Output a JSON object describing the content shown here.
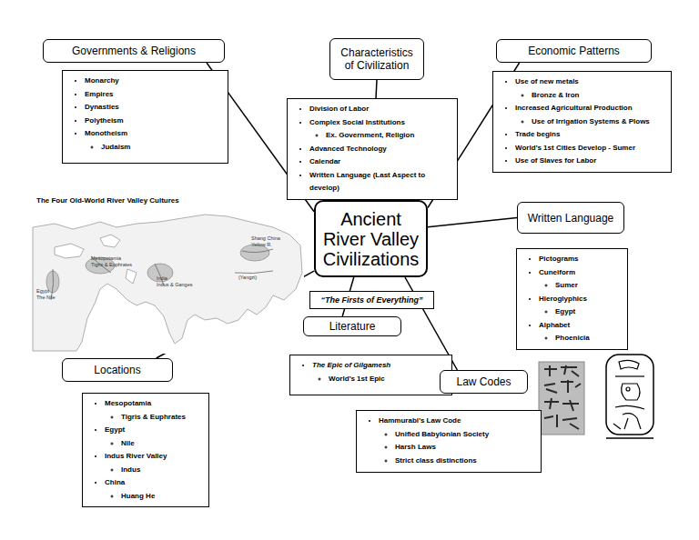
{
  "diagram": {
    "nodes": [
      {
        "text": [
          "Governments & Religions"
        ]
      },
      {
        "text": [
          "Monarchy",
          "Empires",
          "Dynasties",
          "Polytheism",
          "Monotheism",
          "Judaism"
        ]
      },
      {
        "text": [
          "Characteristics of Civilization"
        ]
      },
      {
        "text": [
          "Division of Labor",
          "Complex Social Institutions",
          "Ex. Government, Religion",
          "Advanced Technology",
          "Calendar",
          "Written Language (Last Aspect to develop)"
        ]
      },
      {
        "text": [
          "Economic Patterns"
        ]
      },
      {
        "text": [
          "Use of new metals",
          "Bronze & Iron",
          "Increased Agricultural Production",
          "Use of Irrigation Systems & Plows",
          "Trade begins",
          "World’s 1st Cities Develop - Sumer",
          "Use of Slaves for Labor"
        ]
      },
      {
        "text": [
          "Ancient River Valley Civilizations"
        ]
      },
      {
        "text": [
          "Written Language"
        ]
      },
      {
        "text": [
          "Pictograms",
          "Cuneiform",
          "Sumer",
          "Hieroglyphics",
          "Egypt",
          "Alphabet",
          "Phoenicia"
        ]
      },
      {
        "text": [
          "“The Firsts of Everything”"
        ]
      },
      {
        "text": [
          "Literature"
        ]
      },
      {
        "text": [
          "The Epic of Gilgamesh",
          "World’s 1st Epic"
        ]
      },
      {
        "text": [
          "Law Codes"
        ]
      },
      {
        "text": [
          "Hammurabi’s Law Code",
          "Unified Babylonian Society",
          "Harsh Laws",
          "Strict class distinctions"
        ]
      },
      {
        "text": [
          "Locations"
        ]
      },
      {
        "text": [
          "Mesopotamia",
          "Tigris & Euphrates",
          "Egypt",
          "Nile",
          "Indus River Valley",
          "Indus",
          "China",
          "Huang He"
        ]
      }
    ],
    "edges": [
      {
        "from": 6,
        "to": 0,
        "arrow": "none"
      },
      {
        "from": 6,
        "to": 2,
        "arrow": "none"
      },
      {
        "from": 6,
        "to": 4,
        "arrow": "none"
      },
      {
        "from": 6,
        "to": 7,
        "arrow": "none"
      },
      {
        "from": 6,
        "to": 10,
        "arrow": "none"
      },
      {
        "from": 6,
        "to": 12,
        "arrow": "none"
      },
      {
        "from": 6,
        "to": 14,
        "arrow": "none"
      }
    ],
    "labels": [
      "The Four Old-World River Valley Cultures",
      "Mesopotamia",
      "Tigris & Euphrates",
      "Egypt",
      "The Nile",
      "India",
      "Indus & Ganges",
      "Shang China",
      "Yellow R.",
      "(Yangzi)"
    ]
  }
}
